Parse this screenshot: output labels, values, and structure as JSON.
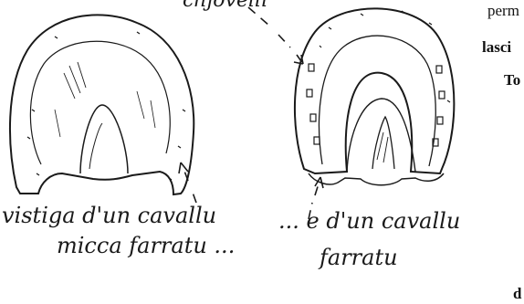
{
  "labels": {
    "top_label": "chjovelli",
    "left_caption_line1": "vistiga d'un cavallu",
    "left_caption_line2": "micca farratu ...",
    "right_caption_line1": "... e d'un cavallu",
    "right_caption_line2": "farratu"
  },
  "body_text": {
    "line1": "perm",
    "line2": "lasci",
    "line3": "To",
    "line4": "d"
  }
}
